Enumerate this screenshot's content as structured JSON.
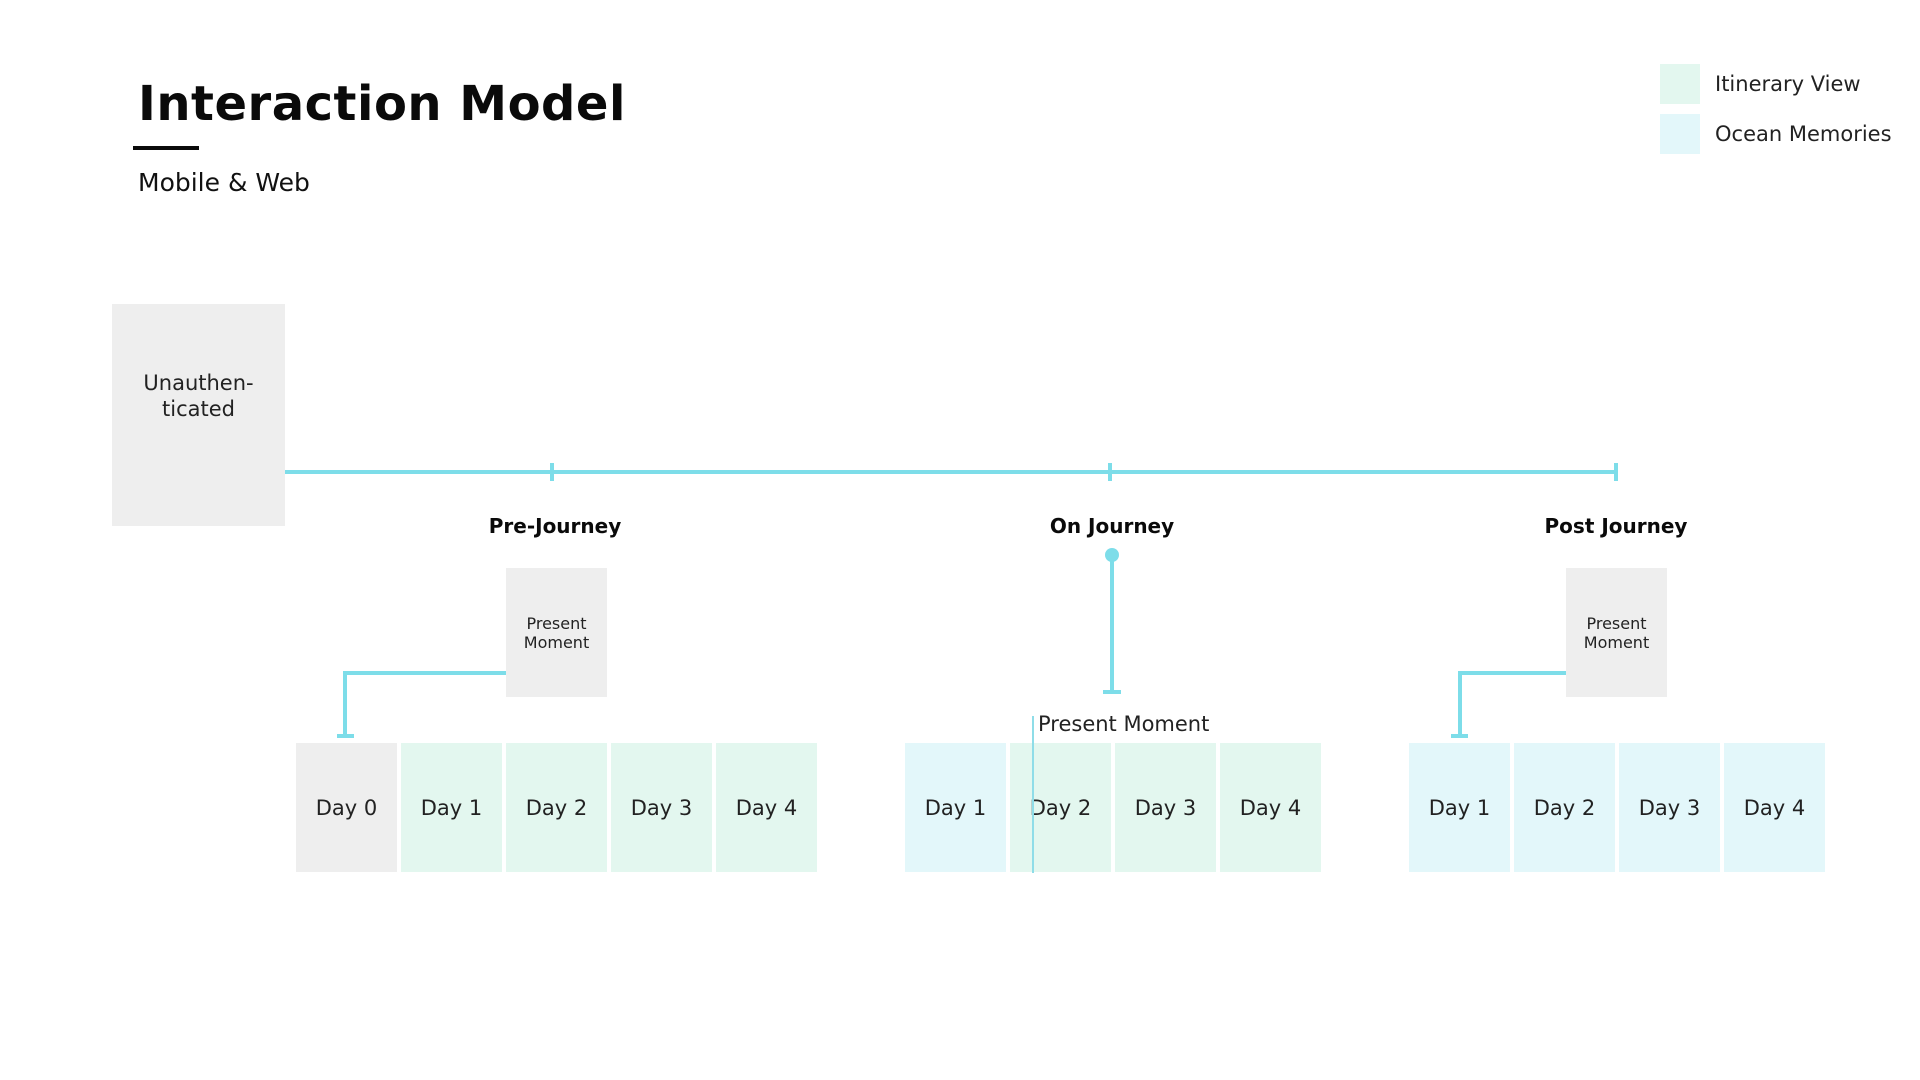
{
  "header": {
    "title": "Interaction Model",
    "subtitle": "Mobile & Web"
  },
  "legend": [
    {
      "label": "Itinerary View",
      "color": "#e3f7ef"
    },
    {
      "label": "Ocean Memories",
      "color": "#e3f7fa"
    }
  ],
  "colors": {
    "connector": "#7ddde9",
    "grey_box": "#eeeeee",
    "itinerary": "#e3f7ef",
    "ocean_memories": "#e3f7fa"
  },
  "start_node": {
    "label": "Unauthen-\nticated"
  },
  "phases": [
    {
      "name": "Pre-Journey",
      "moment_box": "Present\nMoment",
      "days": [
        "Day 0",
        "Day 1",
        "Day 2",
        "Day 3",
        "Day 4"
      ]
    },
    {
      "name": "On Journey",
      "moment_label": "Present Moment",
      "days": [
        "Day 1",
        "Day 2",
        "Day 3",
        "Day 4"
      ]
    },
    {
      "name": "Post Journey",
      "moment_box": "Present\nMoment",
      "days": [
        "Day 1",
        "Day 2",
        "Day 3",
        "Day 4"
      ]
    }
  ]
}
